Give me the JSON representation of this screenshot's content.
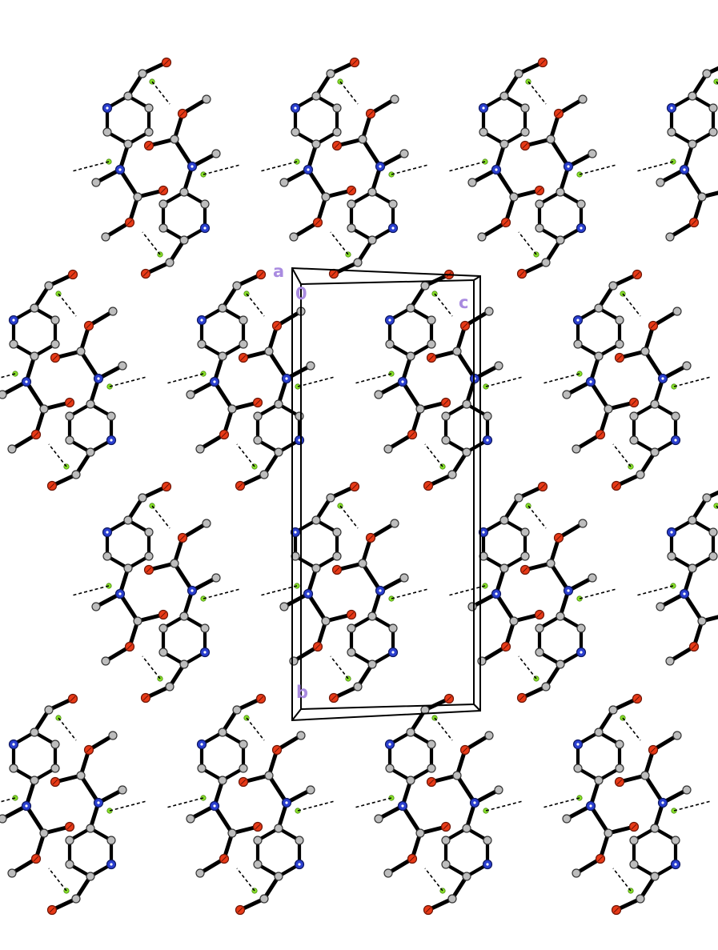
{
  "figure": {
    "kind": "crystal-packing-diagram",
    "background": "#ffffff",
    "legend_colors": {
      "carbon": "#bdbdbd",
      "oxygen": "#e83a17",
      "nitrogen": "#2a3fd0",
      "hydrogen": "#88e02a",
      "bond": "#000000",
      "axis_label": "#a98be0"
    }
  },
  "unit_cell": {
    "axis_a": "a",
    "origin": "0",
    "axis_b": "b",
    "axis_c": "c"
  }
}
